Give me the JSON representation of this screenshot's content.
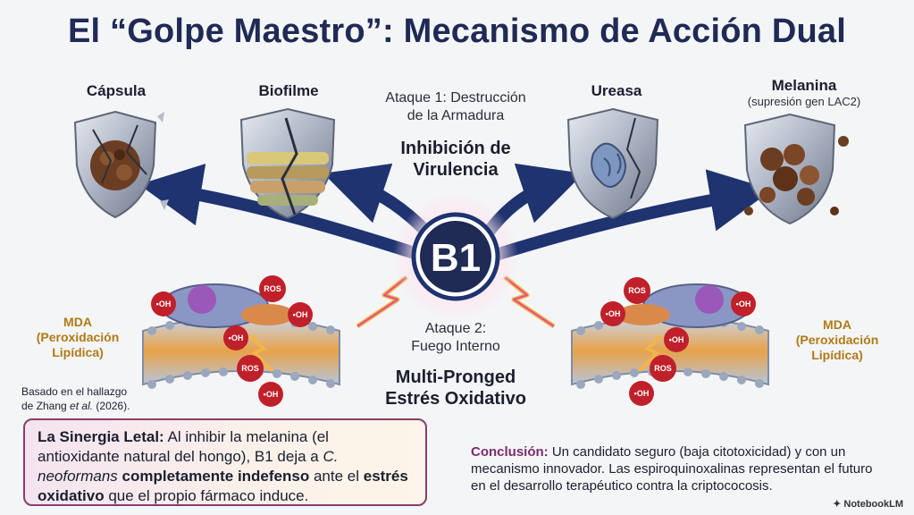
{
  "title": "El “Golpe Maestro”: Mecanismo de Acción Dual",
  "targets": {
    "capsula": "Cápsula",
    "biofilme": "Biofilme",
    "ureasa": "Ureasa",
    "melanina": "Melanina",
    "melanina_sub": "(supresión gen LAC2)"
  },
  "attack1": {
    "line1": "Ataque 1: Destrucción",
    "line2": "de la Armadura",
    "title1": "Inhibición de",
    "title2": "Virulencia"
  },
  "attack2": {
    "line1": "Ataque 2:",
    "line2": "Fuego Interno",
    "title1": "Multi-Pronged",
    "title2": "Estrés Oxidativo"
  },
  "center_label": "B1",
  "mda": {
    "line1": "MDA",
    "line2": "(Peroxidación",
    "line3": "Lipídica)"
  },
  "ros_label": "ROS",
  "oh_label": "•OH",
  "source": {
    "line1": "Basado en el hallazgo",
    "line2_pre": "de Zhang ",
    "line2_em": "et al.",
    "line2_post": " (2026)."
  },
  "synergy": {
    "lead": "La Sinergia Letal:",
    "t1": " Al inhibir la melanina (el antioxidante natural del hongo), B1 deja a ",
    "em1": "C. neoformans",
    "t2": " ",
    "b1": "completamente indefenso",
    "t3": " ante el ",
    "b2": "estrés oxidativo",
    "t4": " que el propio fármaco induce."
  },
  "conclusion": {
    "lead": "Conclusión:",
    "text": " Un candidato seguro (baja citotoxicidad) y con un mecanismo innovador. Las espiroquinoxalinas representan el futuro en el desarrollo terapéutico contra la criptococosis."
  },
  "badge": "NotebookLM",
  "colors": {
    "navy": "#1f2a55",
    "arrow": "#1e3370",
    "gold": "#b07a16",
    "plum": "#8a3c6e",
    "ros": "#c0202a"
  }
}
